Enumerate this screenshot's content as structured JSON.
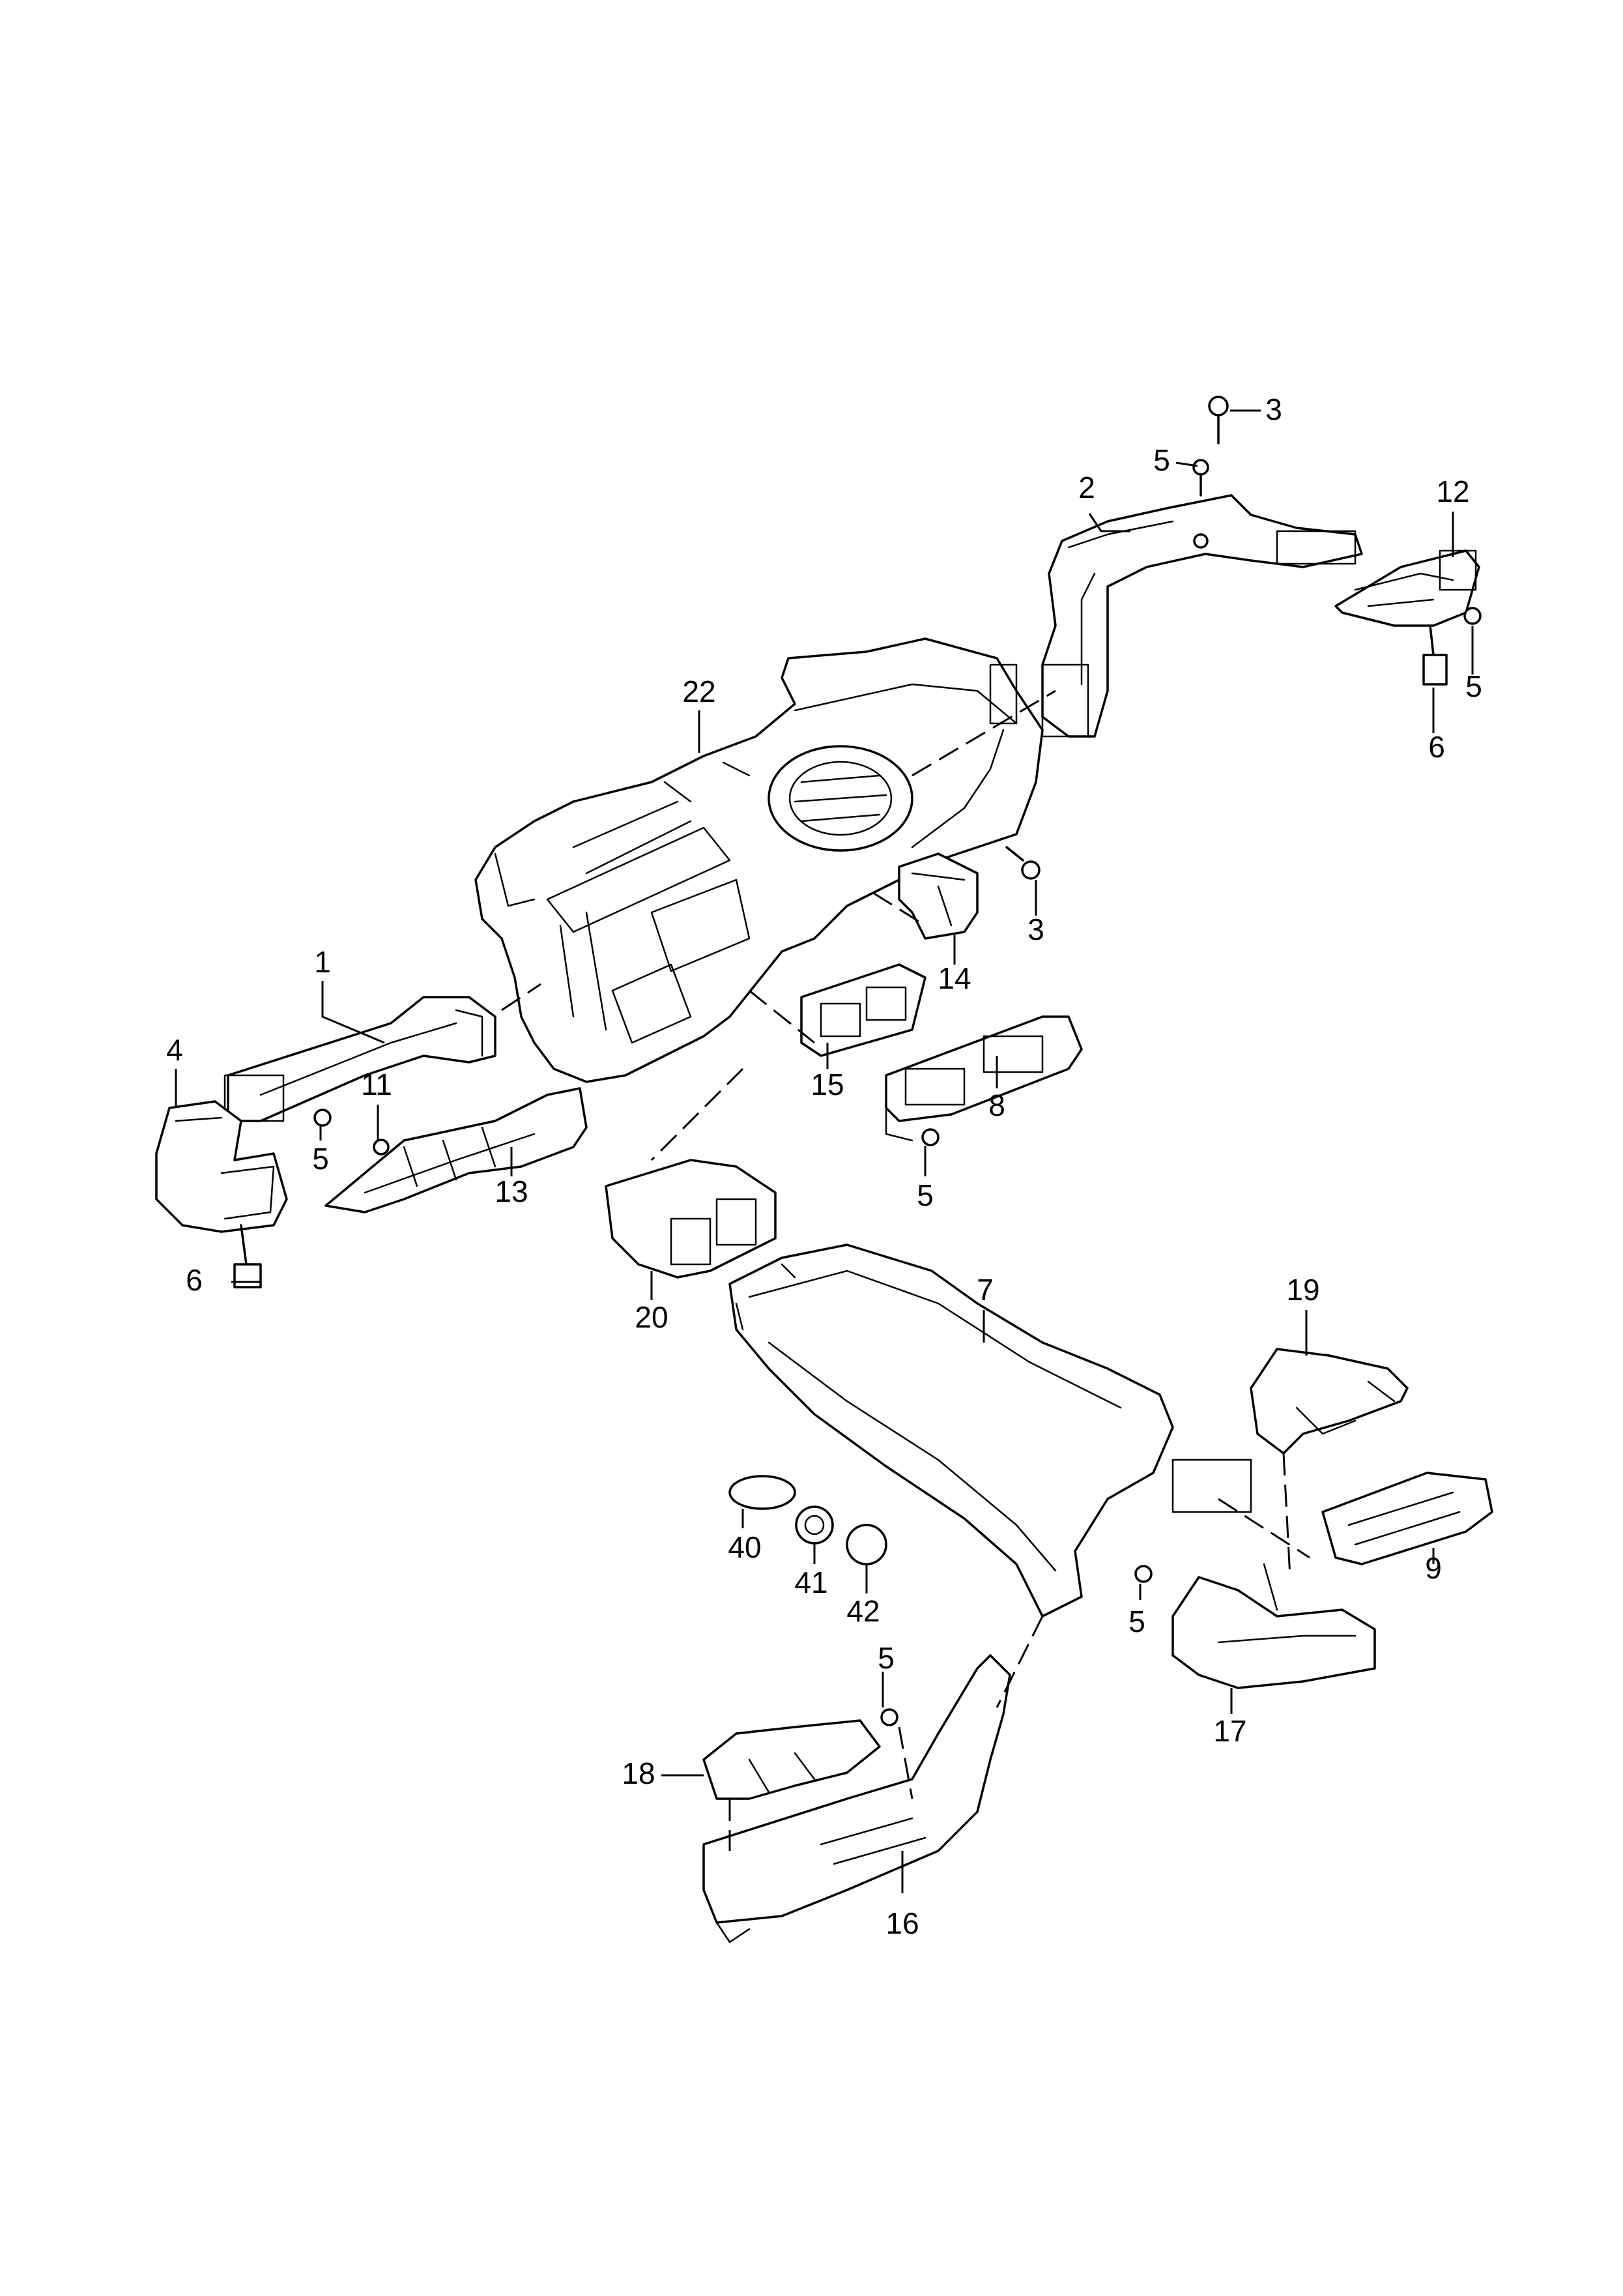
{
  "callouts": {
    "c1": "1",
    "c2": "2",
    "c3a": "3",
    "c3b": "3",
    "c4": "4",
    "c5a": "5",
    "c5b": "5",
    "c5c": "5",
    "c5d": "5",
    "c5e": "5",
    "c5f": "5",
    "c6a": "6",
    "c6b": "6",
    "c7": "7",
    "c8": "8",
    "c9": "9",
    "c11": "11",
    "c12": "12",
    "c13": "13",
    "c14": "14",
    "c15": "15",
    "c16": "16",
    "c17": "17",
    "c18": "18",
    "c19": "19",
    "c20": "20",
    "c22": "22",
    "c40": "40",
    "c41": "41",
    "c42": "42"
  }
}
